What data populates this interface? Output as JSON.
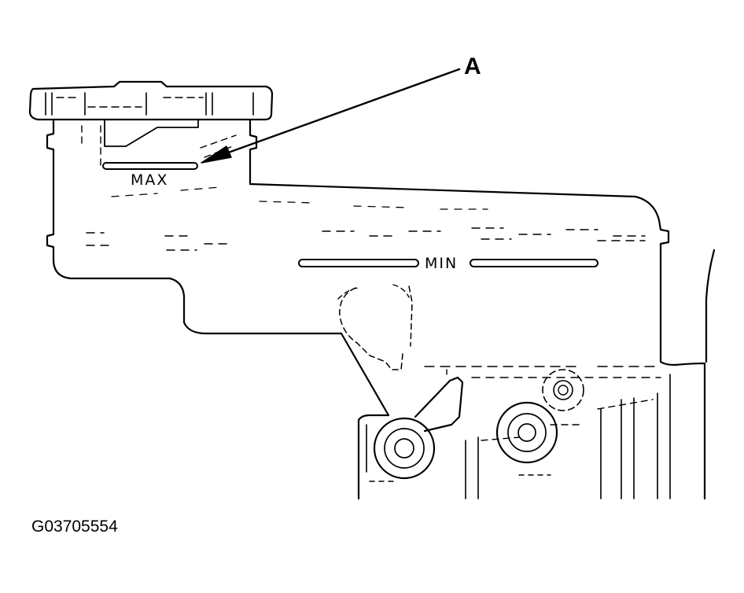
{
  "callout": {
    "label": "A"
  },
  "levels": {
    "max_label": "MAX",
    "min_label": "MIN"
  },
  "figure": {
    "id": "G03705554"
  },
  "colors": {
    "line": "#000000",
    "background": "#ffffff"
  }
}
